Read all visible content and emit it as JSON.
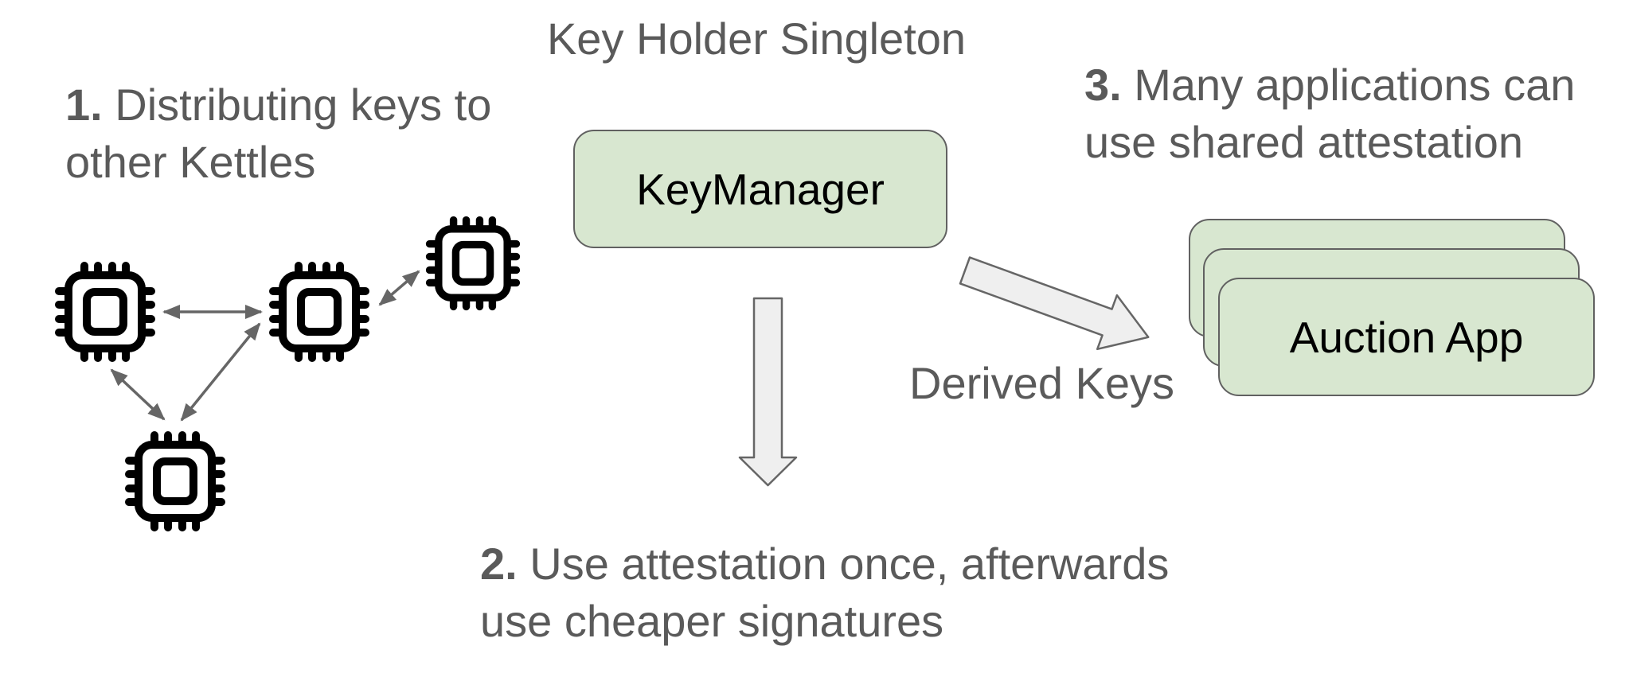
{
  "title": "Key Holder Singleton",
  "notes": {
    "note1": {
      "number": "1.",
      "line1": "Distributing keys to",
      "line2": "other Kettles"
    },
    "note2": {
      "number": "2.",
      "line1": "Use attestation once, afterwards",
      "line2": "use cheaper signatures"
    },
    "note3": {
      "number": "3.",
      "line1": "Many applications can",
      "line2": "use shared attestation"
    }
  },
  "nodes": {
    "key_manager": {
      "label": "KeyManager"
    },
    "auction_app": {
      "label": "Auction App",
      "stack_count": 3
    }
  },
  "labels": {
    "derived_keys": "Derived Keys"
  },
  "icons": {
    "kettle_network": [
      "chip-icon",
      "chip-icon",
      "chip-icon",
      "chip-icon"
    ],
    "arrows": [
      "block-arrow-down",
      "block-arrow-diagonal",
      "double-arrow",
      "double-arrow",
      "double-arrow",
      "double-arrow"
    ]
  },
  "colors": {
    "background": "#ffffff",
    "node_fill": "#d8e7d0",
    "node_border": "#616161",
    "block_arrow_fill": "#efefef",
    "block_arrow_stroke": "#666666",
    "connector": "#666666",
    "text_gray": "#5a5a5a",
    "text_black": "#000000"
  }
}
